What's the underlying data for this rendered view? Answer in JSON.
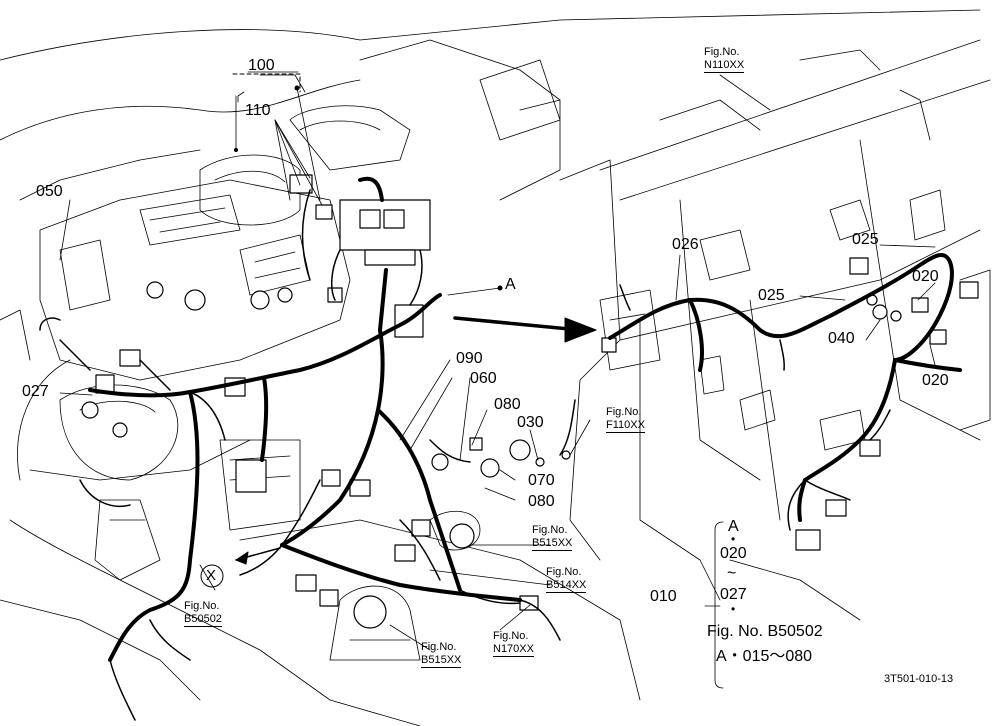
{
  "callouts": {
    "c100": "100",
    "c110": "110",
    "c050": "050",
    "c027": "027",
    "c026": "026",
    "c025a": "025",
    "c025b": "025",
    "c020a": "020",
    "c020b": "020",
    "c040": "040",
    "c090": "090",
    "c060": "060",
    "c080a": "080",
    "c080b": "080",
    "c030": "030",
    "c070": "070",
    "cA": "A",
    "cX": "X"
  },
  "fig_refs": {
    "n110": {
      "label": "Fig.No.",
      "num": "N110XX"
    },
    "f110": {
      "label": "Fig.No.",
      "num": "F110XX"
    },
    "b515a": {
      "label": "Fig.No.",
      "num": "B515XX"
    },
    "b514": {
      "label": "Fig.No.",
      "num": "B514XX"
    },
    "b50502": {
      "label": "Fig.No.",
      "num": "B50502"
    },
    "b515b": {
      "label": "Fig.No.",
      "num": "B515XX"
    },
    "n170": {
      "label": "Fig.No.",
      "num": "N170XX"
    }
  },
  "legend": {
    "main": "010",
    "a": "A",
    "dot1": "•",
    "from": "020",
    "tilde": "~",
    "to": "027",
    "dot2": "•",
    "fig": "Fig. No. B50502",
    "range": "A・015～080"
  },
  "drawing_code": "3T501-010-13"
}
